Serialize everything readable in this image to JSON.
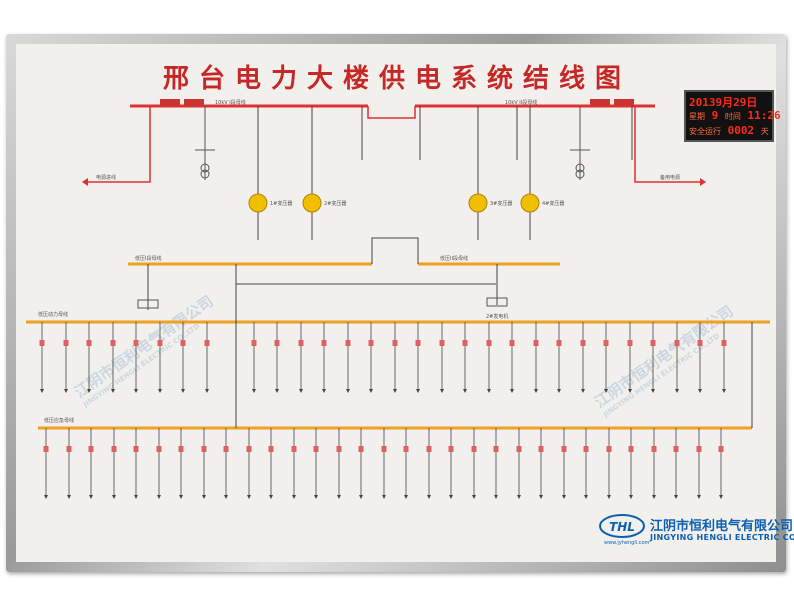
{
  "title": "邢台电力大楼供电系统结线图",
  "clock": {
    "date_label": "20139月29日",
    "weekday_label": "星期",
    "weekday_value": "9",
    "time_label": "时间",
    "time_value": "11:26",
    "safe_label": "安全运行",
    "safe_value": "0002",
    "safe_unit": "天"
  },
  "brand": {
    "logo_text": "THL",
    "name_cn": "江阴市恒利电气有限公司",
    "name_en": "JINGYING HENGLI ELECTRIC CO.,LTD",
    "website": "www.jyhengli.com"
  },
  "watermarks": [
    {
      "cn": "江阴市恒利电气有限公司",
      "en": "JINGYING HENGLI ELECTRIC CO.,LTD"
    },
    {
      "cn": "江阴市恒利电气有限公司",
      "en": "JINGYING HENGLI ELECTRIC CO.,LTD"
    }
  ],
  "colors": {
    "hv_bus": "#e03030",
    "lv_bus": "#f0a020",
    "line": "#444444",
    "breaker": "#e06060",
    "transformer": "#f0c000",
    "title": "#c62828",
    "clock_digits": "#ff2a1a",
    "brand": "#0d5fb0"
  },
  "diagram": {
    "hv_bus_left": "10kV I段母线",
    "hv_bus_right": "10kV II段母线",
    "lv_bus_1": "低压I段母线",
    "lv_bus_2": "低压II段母线",
    "emergency_bus": "低压应急母线",
    "power_bus": "低压动力母线",
    "transformer_labels": [
      "1#变压器",
      "2#变压器",
      "3#变压器",
      "4#变压器"
    ],
    "generator_label": "2#发电机",
    "incoming_left": "电源进线",
    "incoming_right": "备用电源"
  }
}
